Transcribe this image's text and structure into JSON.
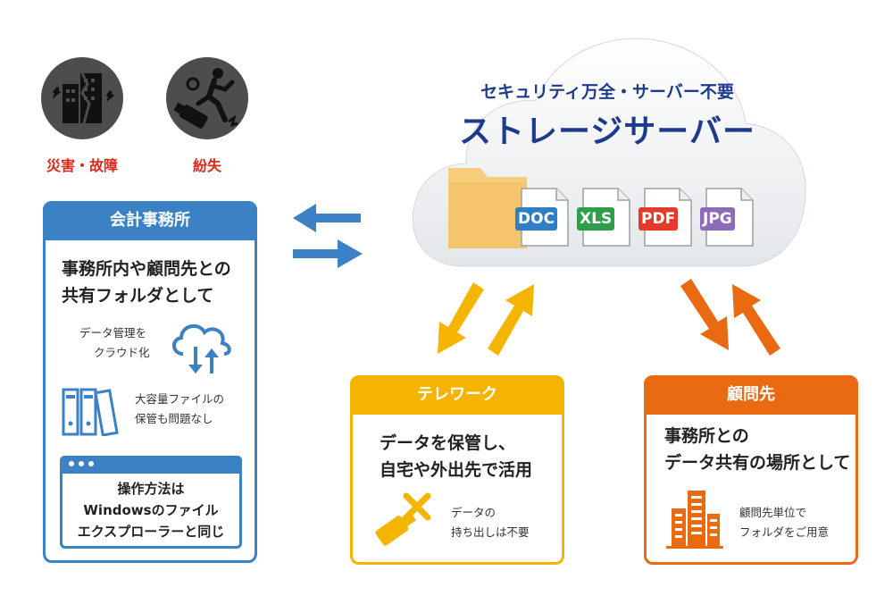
{
  "risks": [
    {
      "label": "災害・故障",
      "icon": "damaged-building-icon"
    },
    {
      "label": "紛失",
      "icon": "lost-usb-icon"
    }
  ],
  "cloud": {
    "subtitle": "セキュリティ万全・サーバー不要",
    "title": "ストレージサーバー",
    "files": [
      {
        "label": "DOC",
        "color": "#2e7fc8"
      },
      {
        "label": "XLS",
        "color": "#2e9e48"
      },
      {
        "label": "PDF",
        "color": "#e33a2a"
      },
      {
        "label": "JPG",
        "color": "#8c6bb8"
      }
    ]
  },
  "accounting": {
    "header": "会計事務所",
    "lead_line1": "事務所内や顧問先との",
    "lead_line2": "共有フォルダとして",
    "feature1_line1": "データ管理を",
    "feature1_line2": "クラウド化",
    "feature2_line1": "大容量ファイルの",
    "feature2_line2": "保管も問題なし",
    "window_line1": "操作方法は",
    "window_line2": "Windowsのファイル",
    "window_line3": "エクスプローラーと同じ",
    "color": "#3a82c4"
  },
  "telework": {
    "header": "テレワーク",
    "lead_line1": "データを保管し、",
    "lead_line2": "自宅や外出先で活用",
    "note_line1": "データの",
    "note_line2": "持ち出しは不要",
    "color": "#f5b400"
  },
  "advisory": {
    "header": "顧問先",
    "lead_line1": "事務所との",
    "lead_line2": "データ共有の場所として",
    "note_line1": "顧問先単位で",
    "note_line2": "フォルダをご用意",
    "color": "#ea6a12"
  }
}
